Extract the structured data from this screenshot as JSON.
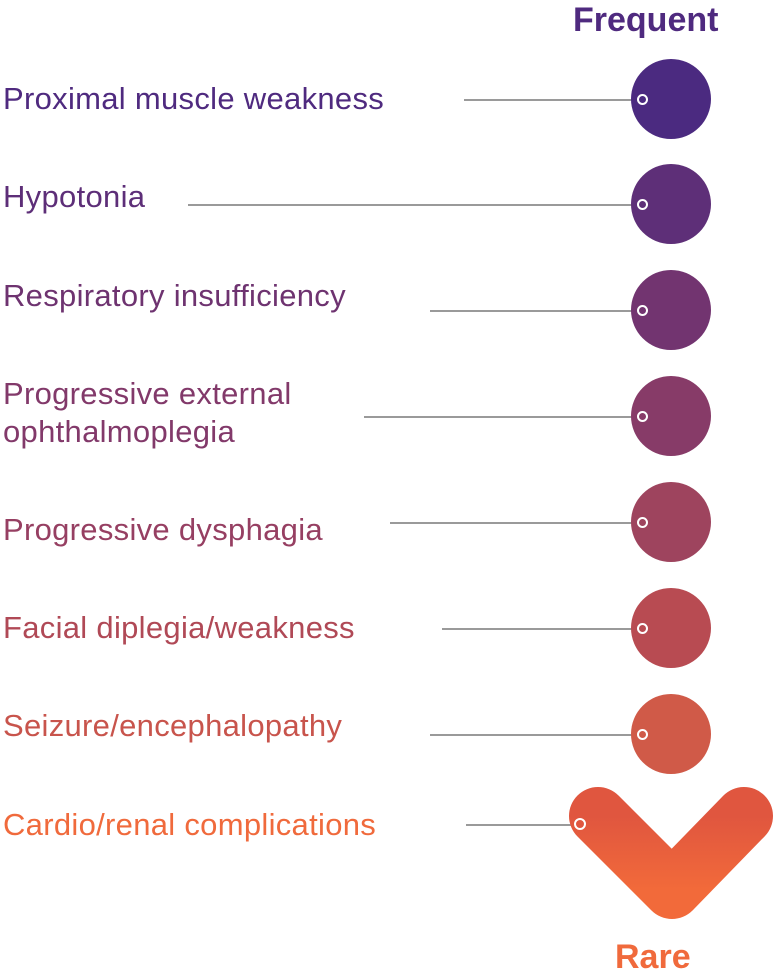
{
  "scale": {
    "top_label": "Frequent",
    "bottom_label": "Rare",
    "top_color": "#4f2a7f",
    "bottom_color": "#f06a3c"
  },
  "symptoms": [
    {
      "label": "Proximal muscle weakness",
      "color": "#4f2a7f"
    },
    {
      "label": "Hypotonia",
      "color": "#5d2e78"
    },
    {
      "label": "Respiratory insufficiency",
      "color": "#6e3370"
    },
    {
      "label": "Progressive external ophthalmoplegia",
      "color": "#82396a"
    },
    {
      "label": "Progressive dysphagia",
      "color": "#963f62"
    },
    {
      "label": "Facial diplegia/weakness",
      "color": "#b04956"
    },
    {
      "label": "Seizure/encephalopathy",
      "color": "#c8544c"
    },
    {
      "label": "Cardio/renal complications",
      "color": "#f06a3c"
    }
  ]
}
